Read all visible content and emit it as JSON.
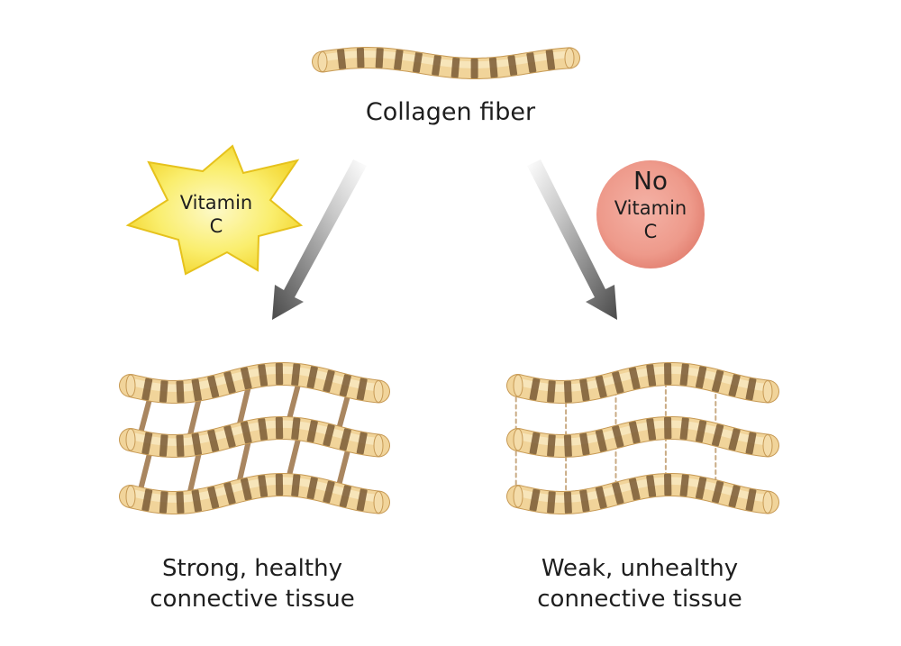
{
  "title": "Collagen fiber",
  "vitamin_star": {
    "line1": "Vitamin",
    "line2": "C"
  },
  "no_vitamin_circle": {
    "line1": "No",
    "line2": "Vitamin",
    "line3": "C"
  },
  "left_caption": {
    "line1": "Strong, healthy",
    "line2": "connective tissue"
  },
  "right_caption": {
    "line1": "Weak, unhealthy",
    "line2": "connective tissue"
  },
  "colors": {
    "fiber_light": "#f1d49a",
    "fiber_mid": "#e4bd78",
    "fiber_band": "#7a5a35",
    "crosslink_strong": "#a98660",
    "crosslink_weak": "#c9ab84",
    "star_fill": "#f8e85a",
    "circle_fill": "#f2a89a",
    "arrow": "#555555"
  }
}
